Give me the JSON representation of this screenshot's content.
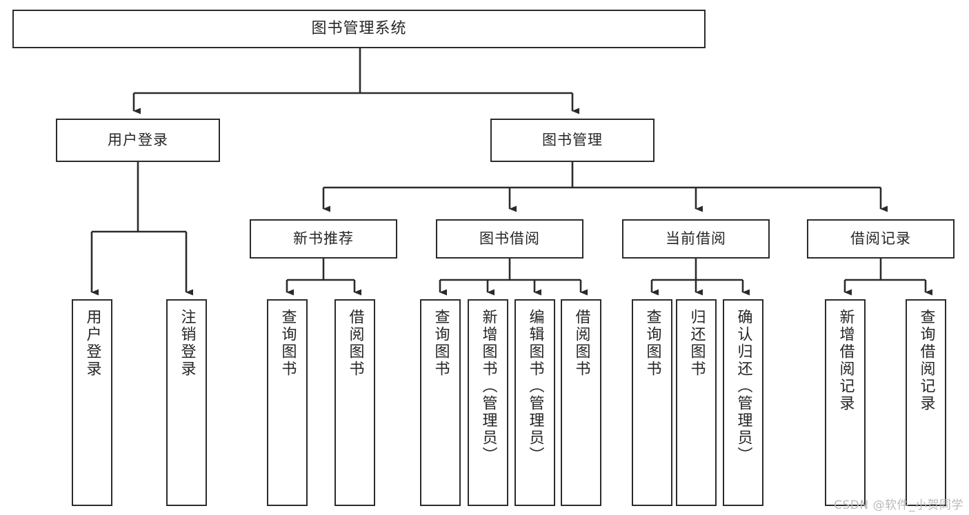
{
  "diagram": {
    "title": "图书管理系统",
    "type": "tree-hierarchy",
    "watermark": "CSDN @软件_小贺同学",
    "colors": {
      "box_border": "#2b2b2b",
      "box_fill": "#ffffff",
      "text": "#262626",
      "connector": "#2b2b2b",
      "watermark": "#b9b9b9",
      "background": "#ffffff"
    },
    "root": {
      "label": "图书管理系统"
    },
    "level1": [
      {
        "label": "用户登录"
      },
      {
        "label": "图书管理"
      }
    ],
    "level2": [
      {
        "label": "新书推荐"
      },
      {
        "label": "图书借阅"
      },
      {
        "label": "当前借阅"
      },
      {
        "label": "借阅记录"
      }
    ],
    "leaves": {
      "user_login": [
        {
          "label": "用户登录"
        },
        {
          "label": "注销登录"
        }
      ],
      "new_book_recommend": [
        {
          "label": "查询图书"
        },
        {
          "label": "借阅图书"
        }
      ],
      "book_borrow": [
        {
          "label": "查询图书"
        },
        {
          "label": "新增图书（管理员）"
        },
        {
          "label": "编辑图书（管理员）"
        },
        {
          "label": "借阅图书"
        }
      ],
      "current_borrow": [
        {
          "label": "查询图书"
        },
        {
          "label": "归还图书"
        },
        {
          "label": "确认归还（管理员）"
        }
      ],
      "borrow_record": [
        {
          "label": "新增借阅记录"
        },
        {
          "label": "查询借阅记录"
        }
      ]
    }
  }
}
